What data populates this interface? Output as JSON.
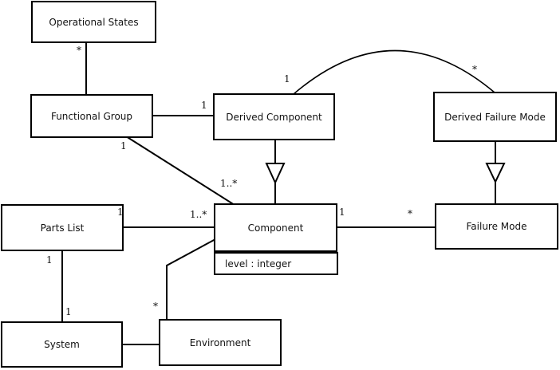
{
  "diagram": {
    "kind": "uml-class-diagram",
    "colors": {
      "line": "#000000",
      "background": "#ffffff",
      "text": "#111111"
    },
    "classes": [
      {
        "name": "Operational States"
      },
      {
        "name": "Functional Group"
      },
      {
        "name": "Derived Component"
      },
      {
        "name": "Derived Failure Mode"
      },
      {
        "name": "Component",
        "attributes": [
          "level : integer"
        ]
      },
      {
        "name": "Failure Mode"
      },
      {
        "name": "Parts List"
      },
      {
        "name": "System"
      },
      {
        "name": "Environment"
      }
    ],
    "relationships": [
      {
        "from": "Functional Group",
        "to": "Operational States",
        "type": "association",
        "label_at_operational_states": "*"
      },
      {
        "from": "Functional Group",
        "to": "Derived Component",
        "type": "association",
        "label_at_derived_component": "1"
      },
      {
        "from": "Functional Group",
        "to": "Component",
        "type": "association",
        "label_at_functional_group": "1",
        "label_at_component": "1..*"
      },
      {
        "from": "Derived Component",
        "to": "Derived Failure Mode",
        "type": "association",
        "label_at_derived_component": "1",
        "label_at_derived_failure_mode": "*"
      },
      {
        "from": "Derived Component",
        "to": "Component",
        "type": "generalization"
      },
      {
        "from": "Derived Failure Mode",
        "to": "Failure Mode",
        "type": "generalization"
      },
      {
        "from": "Component",
        "to": "Failure Mode",
        "type": "association",
        "label_at_component": "1",
        "label_at_failure_mode": "*"
      },
      {
        "from": "Parts List",
        "to": "Component",
        "type": "association",
        "label_at_parts_list": "1",
        "label_at_component": "1..*"
      },
      {
        "from": "Parts List",
        "to": "System",
        "type": "association",
        "label_at_parts_list": "1",
        "label_at_system": "1"
      },
      {
        "from": "System",
        "to": "Environment",
        "type": "association"
      },
      {
        "from": "Component",
        "to": "Environment",
        "type": "association",
        "label_at_environment": "*"
      }
    ]
  }
}
